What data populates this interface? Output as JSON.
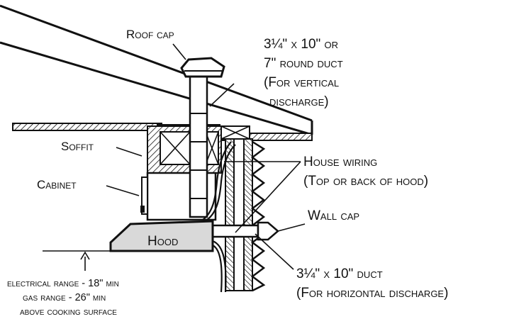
{
  "colors": {
    "ink": "#111111",
    "hood_fill": "#d9d9d9",
    "hatch": "#111111",
    "background": "#ffffff"
  },
  "labels": {
    "roof_cap": "Roof cap",
    "vertical_duct_line1": "3¼\" x 10\" or",
    "vertical_duct_line2": "7\" round duct",
    "vertical_duct_line3": "(For vertical",
    "vertical_duct_line4": "discharge)",
    "soffit": "Soffit",
    "cabinet": "Cabinet",
    "house_wiring_line1": "House wiring",
    "house_wiring_line2": "(Top or back of hood)",
    "wall_cap": "Wall cap",
    "hood": "Hood",
    "horizontal_duct_line1": "3¼\" x 10\" duct",
    "horizontal_duct_line2": "(For horizontal discharge)",
    "clearance_line1": "electrical range - 18\" min",
    "clearance_line2": "gas range - 26\" min",
    "clearance_line3": "above cooking surface"
  }
}
